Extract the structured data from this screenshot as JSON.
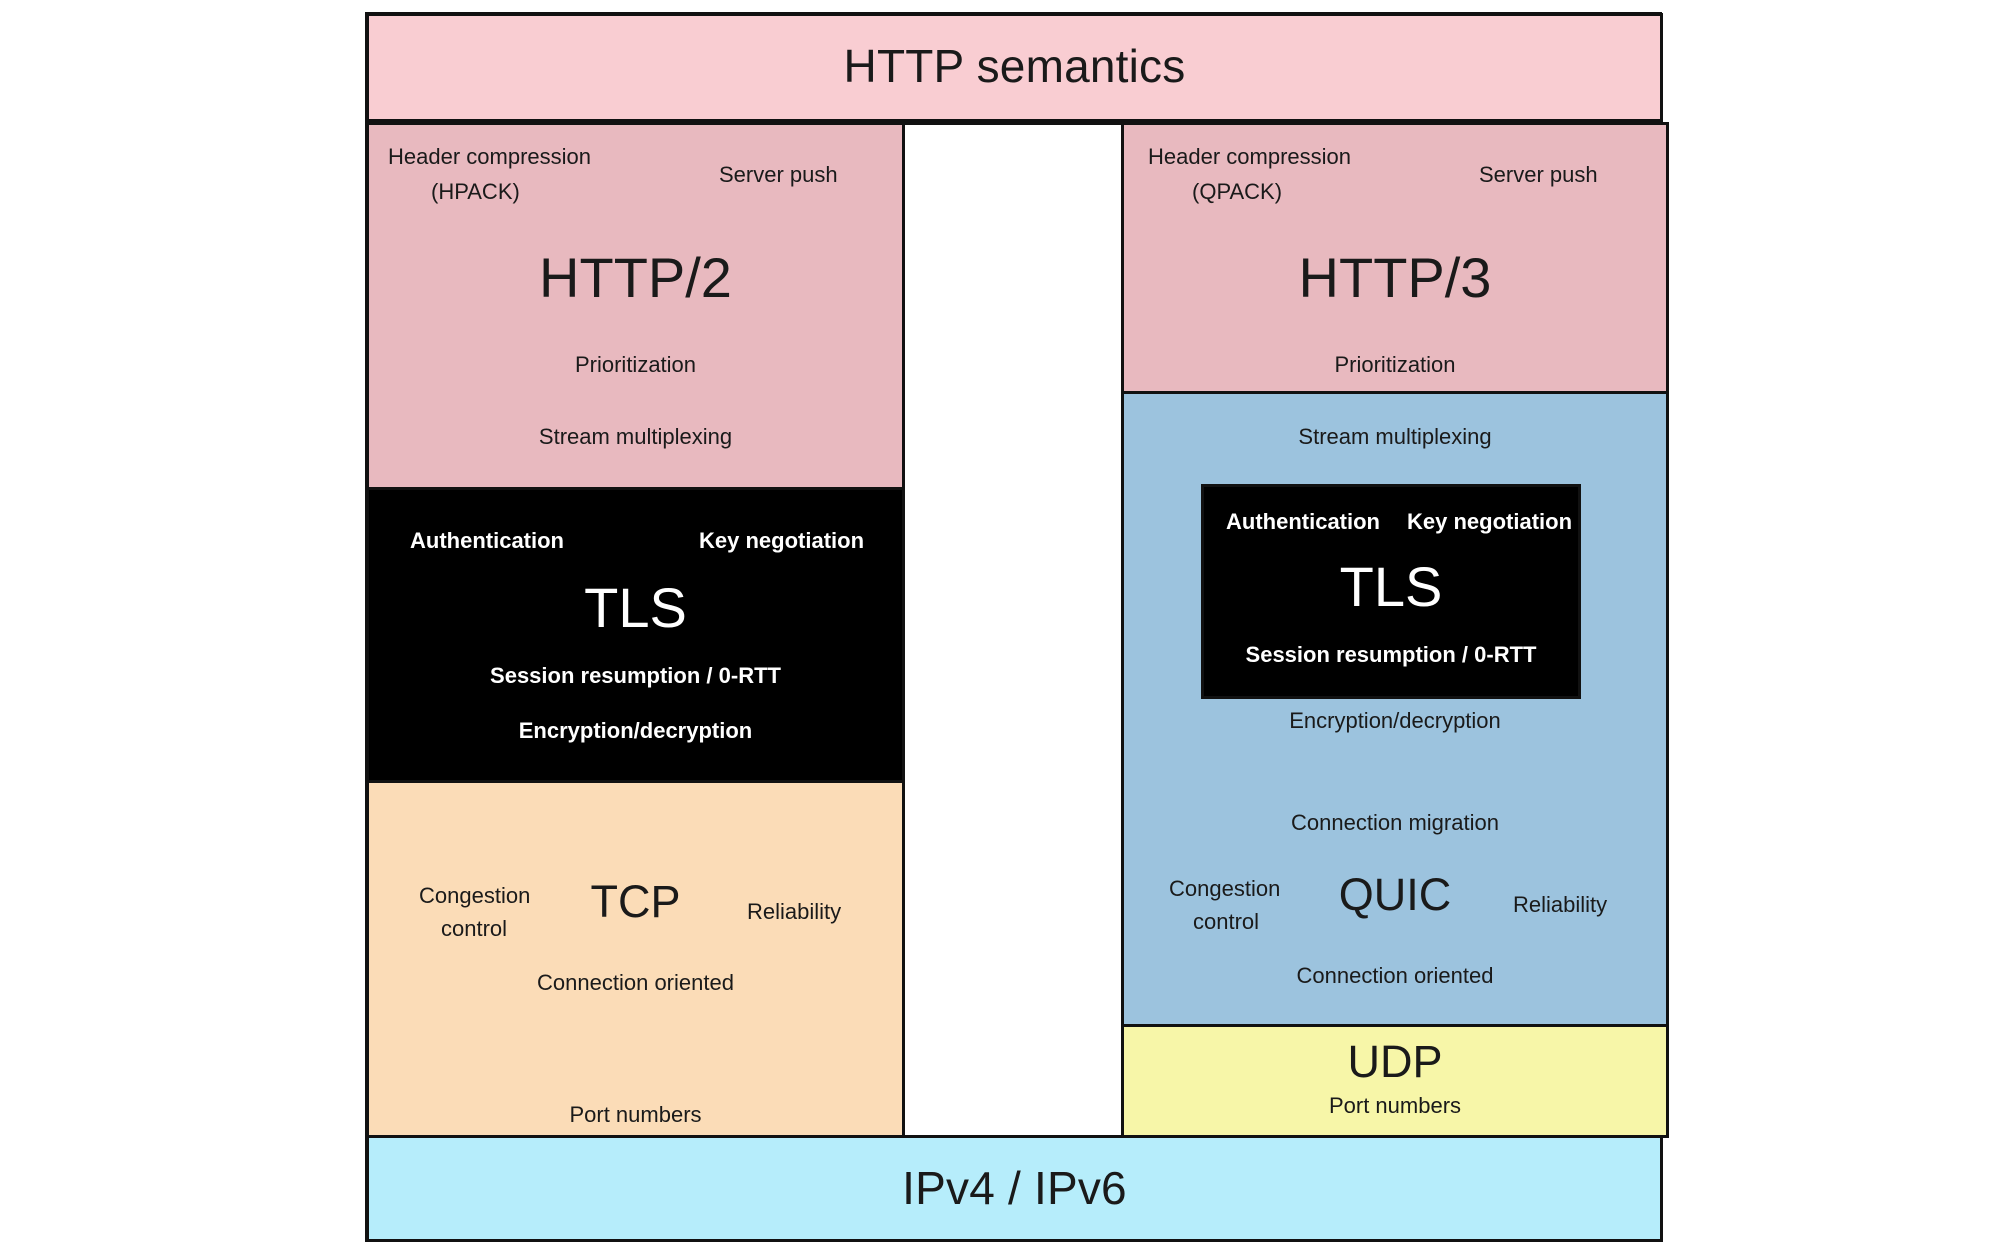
{
  "diagram": {
    "title_row": {
      "label": "HTTP semantics"
    },
    "left_stack": {
      "http2": {
        "name": "HTTP/2",
        "header_compression_line1": "Header compression",
        "header_compression_line2": "(HPACK)",
        "server_push": "Server push",
        "prioritization": "Prioritization",
        "stream_multiplexing": "Stream multiplexing"
      },
      "tls": {
        "name": "TLS",
        "authentication": "Authentication",
        "key_negotiation": "Key negotiation",
        "session_resumption": "Session resumption / 0-RTT",
        "encryption": "Encryption/decryption"
      },
      "tcp": {
        "name": "TCP",
        "congestion_line1": "Congestion",
        "congestion_line2": "control",
        "reliability": "Reliability",
        "connection_oriented": "Connection oriented",
        "port_numbers": "Port numbers"
      }
    },
    "right_stack": {
      "http3": {
        "name": "HTTP/3",
        "header_compression_line1": "Header compression",
        "header_compression_line2": "(QPACK)",
        "server_push": "Server push",
        "prioritization": "Prioritization"
      },
      "quic": {
        "name": "QUIC",
        "stream_multiplexing": "Stream multiplexing",
        "encryption": "Encryption/decryption",
        "connection_migration": "Connection migration",
        "congestion_line1": "Congestion",
        "congestion_line2": "control",
        "reliability": "Reliability",
        "connection_oriented": "Connection oriented"
      },
      "tls": {
        "name": "TLS",
        "authentication": "Authentication",
        "key_negotiation": "Key negotiation",
        "session_resumption": "Session resumption / 0-RTT"
      },
      "udp": {
        "name": "UDP",
        "port_numbers": "Port numbers"
      }
    },
    "bottom_row": {
      "label": "IPv4  / IPv6"
    },
    "colors": {
      "http_semantics": "#f9cdd2",
      "http_version": "#e8b9bf",
      "tls": "#000000",
      "tcp": "#fbdcb7",
      "quic": "#9cc3de",
      "udp": "#f7f6a8",
      "ip": "#b6edfb",
      "stroke": "#111111"
    }
  }
}
